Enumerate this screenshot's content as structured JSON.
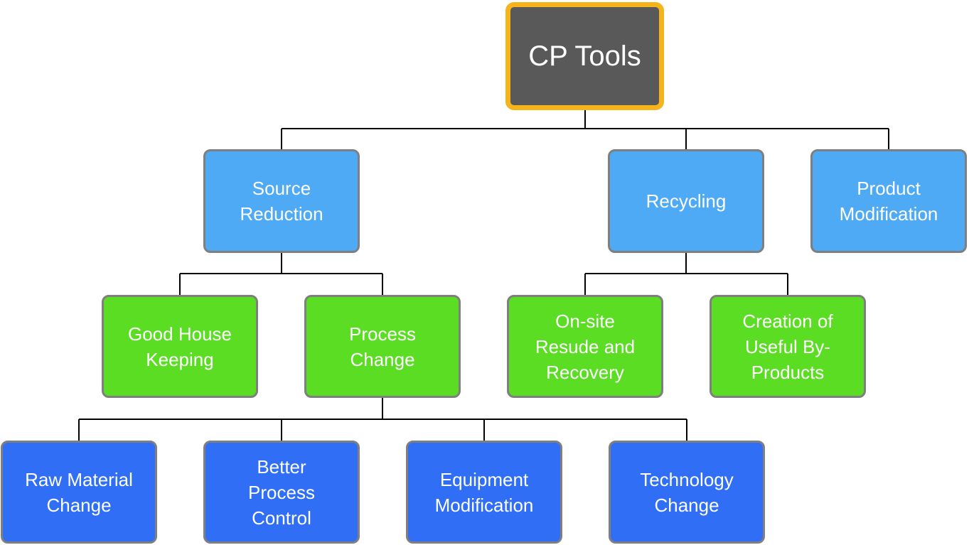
{
  "root": {
    "label": "CP Tools",
    "color": "#595959",
    "border_color": "#f5b41a"
  },
  "level1": [
    {
      "id": "source-reduction",
      "label": "Source Reduction"
    },
    {
      "id": "recycling",
      "label": "Recycling"
    },
    {
      "id": "product-modification",
      "label": "Product Modification"
    }
  ],
  "level2": [
    {
      "id": "good-house-keeping",
      "label": "Good House Keeping",
      "parent": "source-reduction"
    },
    {
      "id": "process-change",
      "label": "Process Change",
      "parent": "source-reduction"
    },
    {
      "id": "onsite-reuse-recovery",
      "label": "On-site Resude and Recovery",
      "parent": "recycling"
    },
    {
      "id": "useful-by-products",
      "label": "Creation of Useful By-Products",
      "parent": "recycling"
    }
  ],
  "level3": [
    {
      "id": "raw-material-change",
      "label": "Raw Material Change",
      "parent": "process-change"
    },
    {
      "id": "better-process-control",
      "label": "Better Process Control",
      "parent": "process-change"
    },
    {
      "id": "equipment-modification",
      "label": "Equipment Modification",
      "parent": "process-change"
    },
    {
      "id": "technology-change",
      "label": "Technology Change",
      "parent": "process-change"
    }
  ],
  "colors": {
    "level1": "#4eaaf5",
    "level2": "#5bdd24",
    "level3": "#2f6ef5",
    "connector": "#000000"
  }
}
